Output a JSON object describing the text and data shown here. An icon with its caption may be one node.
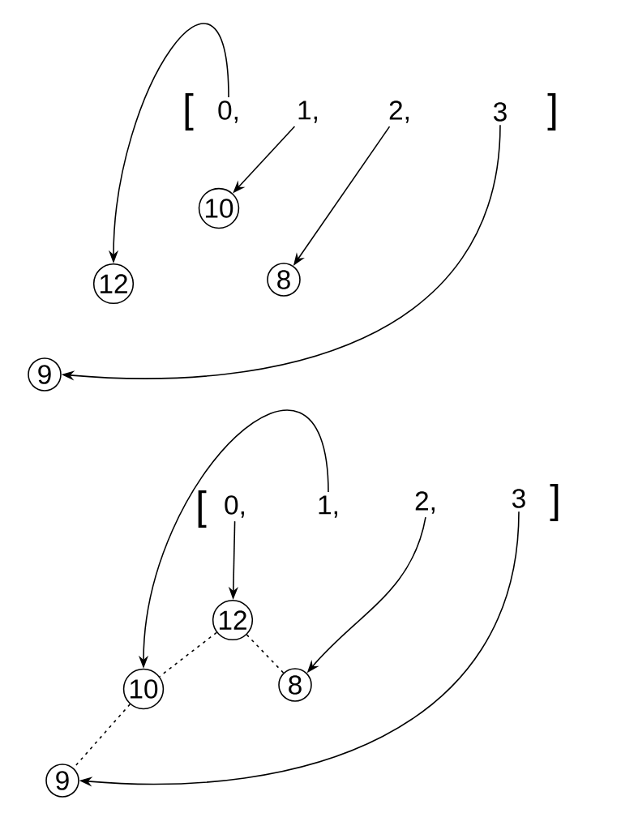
{
  "diagram": {
    "nodes": [
      {
        "text": [
          "0,"
        ]
      },
      {
        "text": [
          "1,"
        ]
      },
      {
        "text": [
          "2,"
        ]
      },
      {
        "text": [
          "3"
        ]
      },
      {
        "text": [
          "10"
        ]
      },
      {
        "text": [
          "12"
        ]
      },
      {
        "text": [
          "8"
        ]
      },
      {
        "text": [
          "9"
        ]
      },
      {
        "text": [
          "0,"
        ]
      },
      {
        "text": [
          "1,"
        ]
      },
      {
        "text": [
          "2,"
        ]
      },
      {
        "text": [
          "3"
        ]
      },
      {
        "text": [
          "12"
        ]
      },
      {
        "text": [
          "10"
        ]
      },
      {
        "text": [
          "8"
        ]
      },
      {
        "text": [
          "9"
        ]
      }
    ],
    "edges": [
      {
        "from": 0,
        "to": 5,
        "arrow": "to"
      },
      {
        "from": 1,
        "to": 4,
        "arrow": "to"
      },
      {
        "from": 2,
        "to": 6,
        "arrow": "to"
      },
      {
        "from": 3,
        "to": 7,
        "arrow": "to"
      },
      {
        "from": 8,
        "to": 12,
        "arrow": "to"
      },
      {
        "from": 9,
        "to": 13,
        "arrow": "to"
      },
      {
        "from": 10,
        "to": 14,
        "arrow": "to"
      },
      {
        "from": 11,
        "to": 15,
        "arrow": "to"
      },
      {
        "from": 12,
        "to": 13,
        "arrow": "none",
        "style": "dashed"
      },
      {
        "from": 12,
        "to": 14,
        "arrow": "none",
        "style": "dashed"
      },
      {
        "from": 13,
        "to": 15,
        "arrow": "none",
        "style": "dashed"
      }
    ],
    "labels": [
      "[",
      "]",
      "[",
      "]"
    ]
  }
}
